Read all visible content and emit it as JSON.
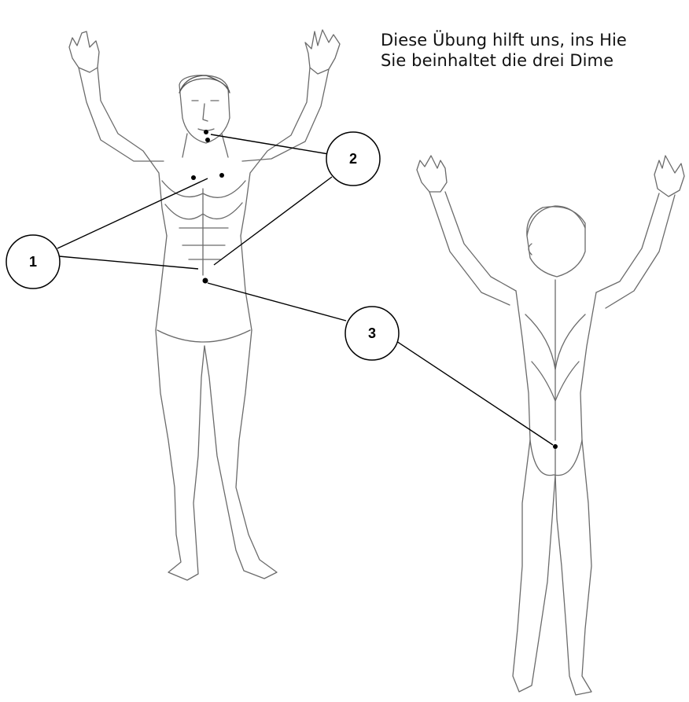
{
  "intro": {
    "line1": "Diese Übung hilft uns, ins Hie",
    "line2": "Sie beinhaltet die drei Dime"
  },
  "callouts": [
    {
      "id": "1",
      "label": "1"
    },
    {
      "id": "2",
      "label": "2"
    },
    {
      "id": "3",
      "label": "3"
    }
  ],
  "figures": {
    "front": "front-view-figure",
    "back": "back-view-figure"
  },
  "colors": {
    "line": "#000000",
    "sketch": "#6b6b6b",
    "background": "#ffffff"
  }
}
